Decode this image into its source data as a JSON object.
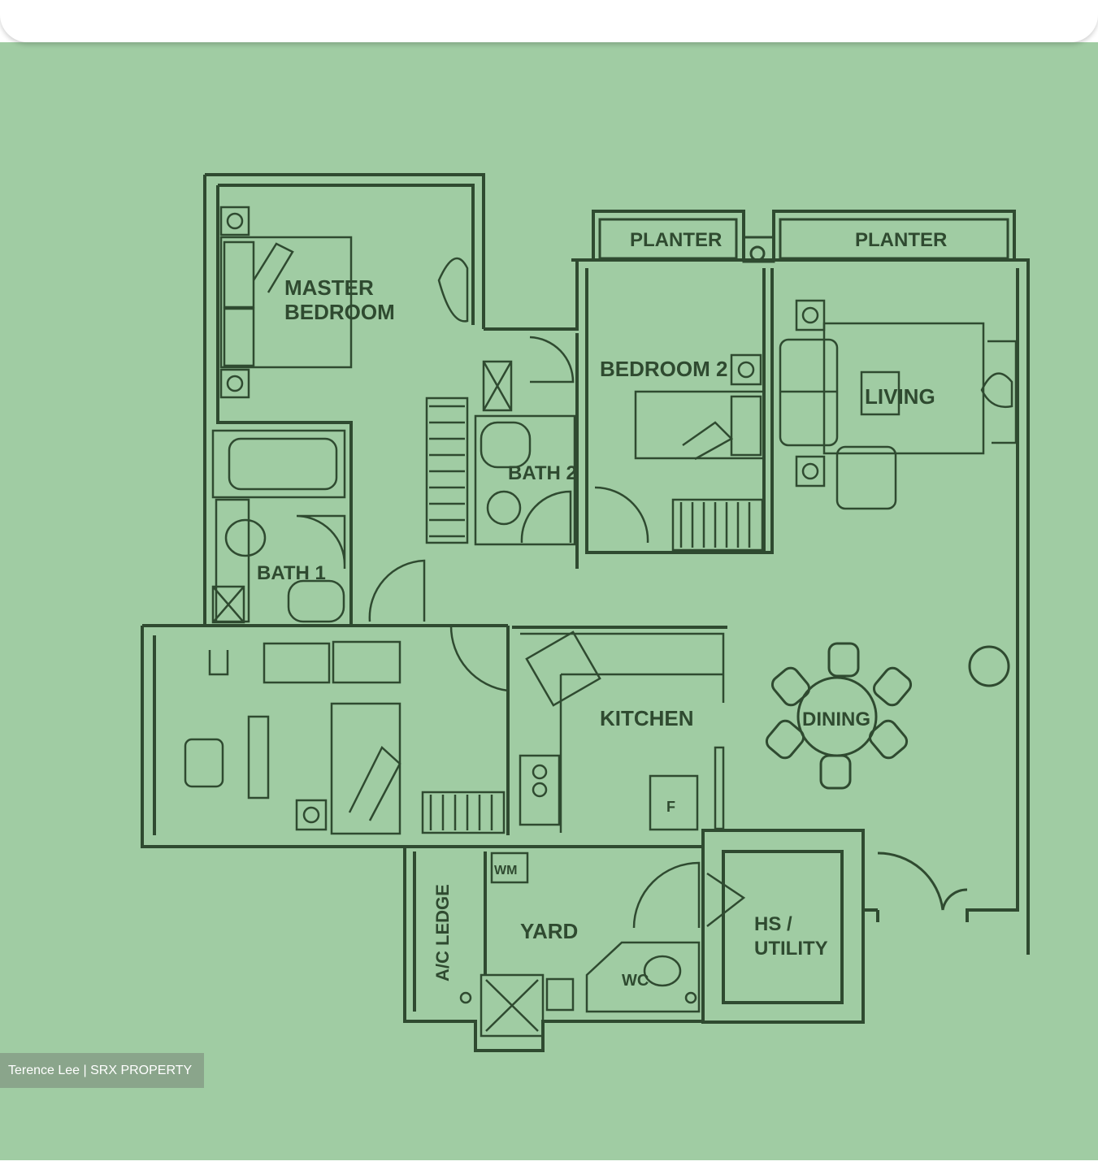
{
  "colors": {
    "background": "#a0cca3",
    "lines": "#2f4a30",
    "credit_bg": "#8aa58b"
  },
  "rooms": {
    "master_bedroom_line1": "MASTER",
    "master_bedroom_line2": "BEDROOM",
    "bedroom2": "BEDROOM 2",
    "bath1": "BATH 1",
    "bath2": "BATH 2",
    "living": "LIVING",
    "dining": "DINING",
    "kitchen": "KITCHEN",
    "yard": "YARD",
    "ac_ledge": "A/C LEDGE",
    "hs_utility_line1": "HS /",
    "hs_utility_line2": "UTILITY",
    "planter_left": "PLANTER",
    "planter_right": "PLANTER",
    "wm": "WM",
    "wc": "WC",
    "fridge": "F"
  },
  "credit": "Terence Lee | SRX PROPERTY"
}
